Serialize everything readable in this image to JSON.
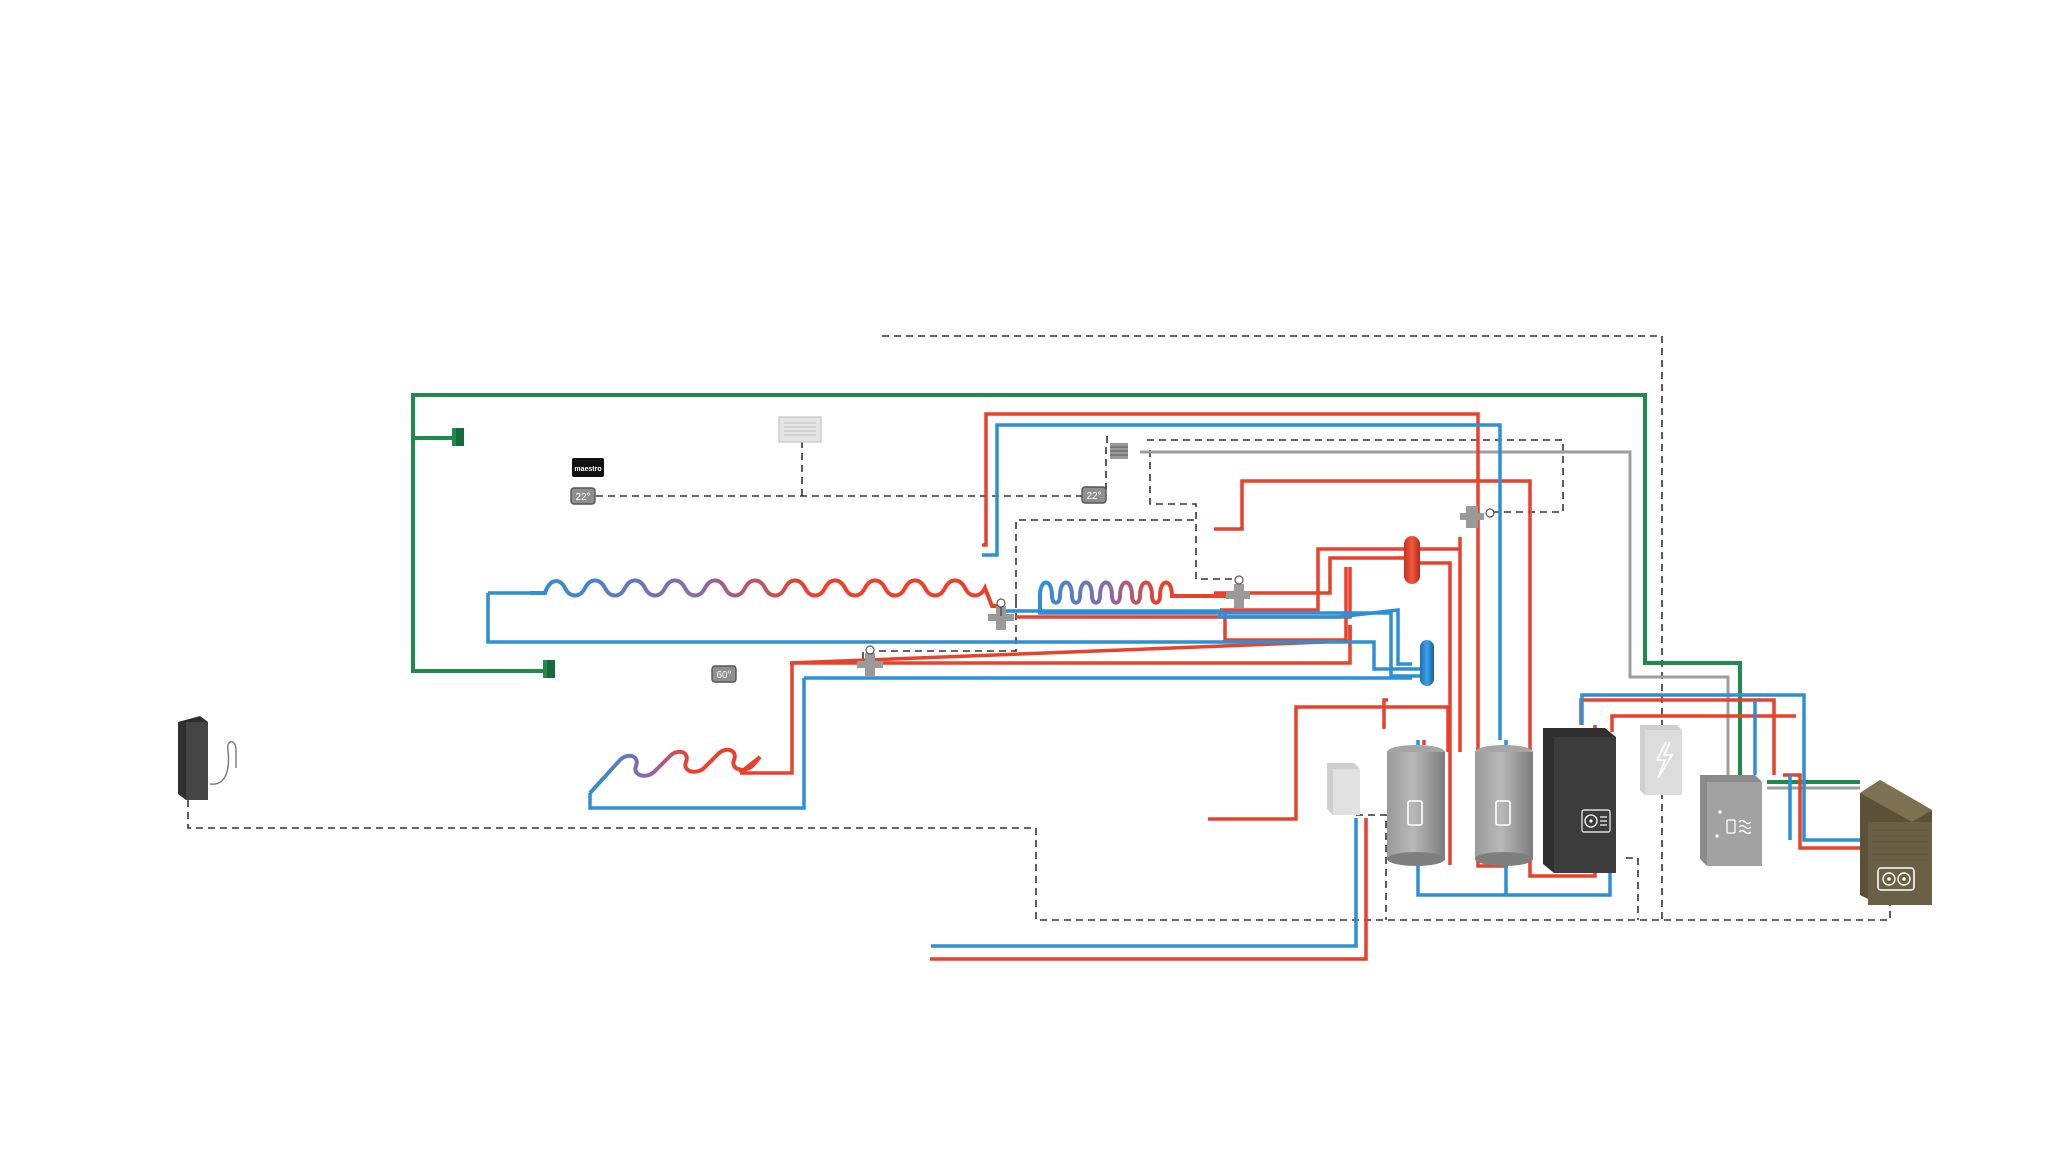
{
  "thermostat_labels": [
    "22°",
    "22°"
  ],
  "hot_water_setpoint_label": "60°",
  "controller_logo_text": "maestro",
  "colors": {
    "supply_pipe": "#e8412c",
    "return_pipe": "#2d8fd5",
    "ventilation_duct": "#1f8a4c",
    "refrigerant_line": "#9e9e9e",
    "control_wire": "#333333",
    "tank_body": "#8f8f8f",
    "heat_pump_unit": "#3a3a3a",
    "outdoor_unit": "#6b5f45"
  },
  "icons": {
    "tank_left": "phone-icon",
    "tank_right": "phone-icon",
    "heat_pump": "fan-icon",
    "electric_panel": "lightning-icon",
    "hydro_module": "water-waves-icon",
    "outdoor_unit": "fan-icon"
  }
}
